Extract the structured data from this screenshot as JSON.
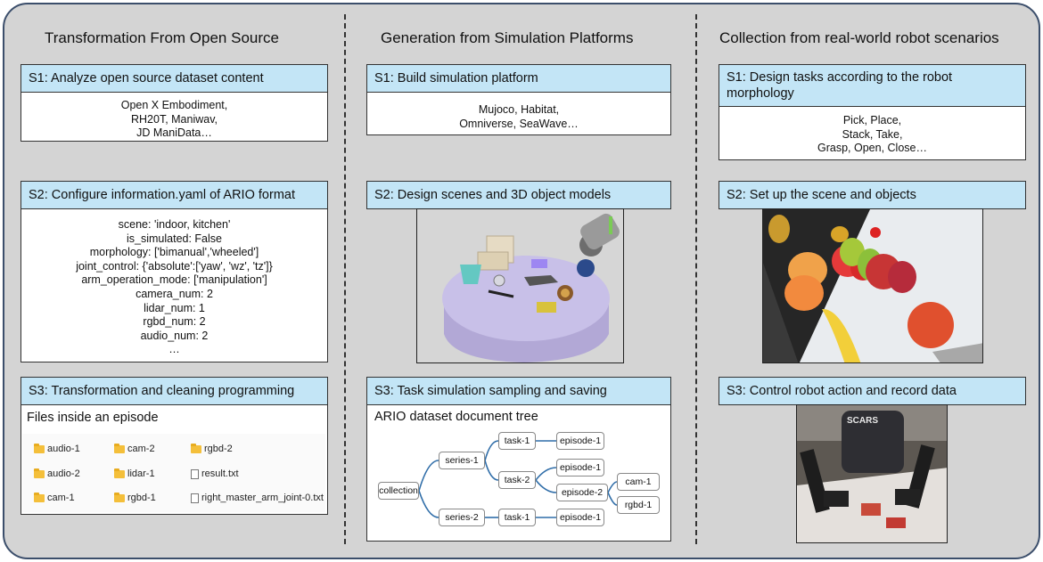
{
  "columns": [
    {
      "title": "Transformation From Open Source",
      "s1": {
        "head": "S1: Analyze open source dataset content",
        "lines": [
          "Open X Embodiment,",
          "RH20T, Maniwav,",
          "JD ManiData…"
        ]
      },
      "s2": {
        "head": "S2: Configure information.yaml of ARIO format",
        "lines": [
          "scene: 'indoor, kitchen'",
          "is_simulated: False",
          "morphology: ['bimanual','wheeled']",
          "joint_control: {'absolute':['yaw', 'wz', 'tz']}",
          "arm_operation_mode: ['manipulation']",
          "camera_num: 2",
          "lidar_num: 1",
          "rgbd_num: 2",
          "audio_num: 2",
          "…"
        ]
      },
      "s3": {
        "head": "S3: Transformation and cleaning programming",
        "files_title": "Files inside an episode",
        "files": [
          "audio-1",
          "cam-2",
          "rgbd-2",
          "audio-2",
          "lidar-1",
          "result.txt",
          "cam-1",
          "rgbd-1",
          "right_master_arm_joint-0.txt"
        ]
      }
    },
    {
      "title": "Generation from Simulation Platforms",
      "s1": {
        "head": "S1: Build simulation platform",
        "lines": [
          "Mujoco, Habitat,",
          "Omniverse, SeaWave…"
        ]
      },
      "s2": {
        "head": "S2: Design scenes and 3D object models"
      },
      "s3": {
        "head": "S3: Task simulation sampling and saving",
        "tree_title": "ARIO dataset document tree",
        "tree": {
          "collection": "collection",
          "series1": "series-1",
          "series2": "series-2",
          "task1a": "task-1",
          "task2": "task-2",
          "task1b": "task-1",
          "ep1a": "episode-1",
          "ep1b": "episode-1",
          "ep2": "episode-2",
          "ep1c": "episode-1",
          "cam1": "cam-1",
          "rgbd1": "rgbd-1"
        }
      }
    },
    {
      "title": "Collection from real-world robot scenarios",
      "s1": {
        "head": "S1: Design tasks according to the robot morphology",
        "lines": [
          "Pick, Place,",
          "Stack, Take,",
          "Grasp, Open, Close…"
        ]
      },
      "s2": {
        "head": "S2: Set up the scene and objects"
      },
      "s3": {
        "head": "S3: Control robot action and record data"
      }
    }
  ],
  "colors": {
    "panel": "#d4d4d4",
    "panel_border": "#3b4e6b",
    "header_fill": "#c3e5f6",
    "tree_edge": "#2f6da8"
  }
}
